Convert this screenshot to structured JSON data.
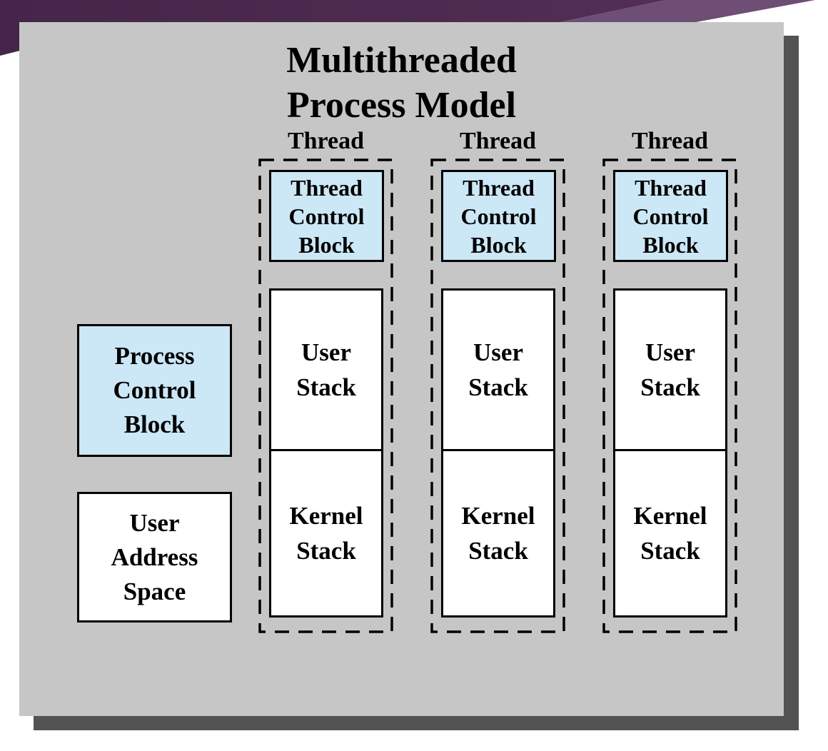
{
  "slide": {
    "title_line1": "Multithreaded",
    "title_line2": "Process Model"
  },
  "colors": {
    "purple_dark": "#4e2c51",
    "purple_light": "#6e4e75",
    "panel_bg": "#c6c6c6",
    "shadow": "#535353",
    "box_blue": "#cce7f6",
    "box_white": "#ffffff",
    "border": "#000000"
  },
  "process": {
    "control_block": {
      "lines": [
        "Process",
        "Control",
        "Block"
      ]
    },
    "address_space": {
      "lines": [
        "User",
        "Address",
        "Space"
      ]
    }
  },
  "threads": [
    {
      "label": "Thread",
      "control_block": {
        "lines": [
          "Thread",
          "Control",
          "Block"
        ]
      },
      "user_stack": {
        "lines": [
          "User",
          "Stack"
        ]
      },
      "kernel_stack": {
        "lines": [
          "Kernel",
          "Stack"
        ]
      }
    },
    {
      "label": "Thread",
      "control_block": {
        "lines": [
          "Thread",
          "Control",
          "Block"
        ]
      },
      "user_stack": {
        "lines": [
          "User",
          "Stack"
        ]
      },
      "kernel_stack": {
        "lines": [
          "Kernel",
          "Stack"
        ]
      }
    },
    {
      "label": "Thread",
      "control_block": {
        "lines": [
          "Thread",
          "Control",
          "Block"
        ]
      },
      "user_stack": {
        "lines": [
          "User",
          "Stack"
        ]
      },
      "kernel_stack": {
        "lines": [
          "Kernel",
          "Stack"
        ]
      }
    }
  ]
}
